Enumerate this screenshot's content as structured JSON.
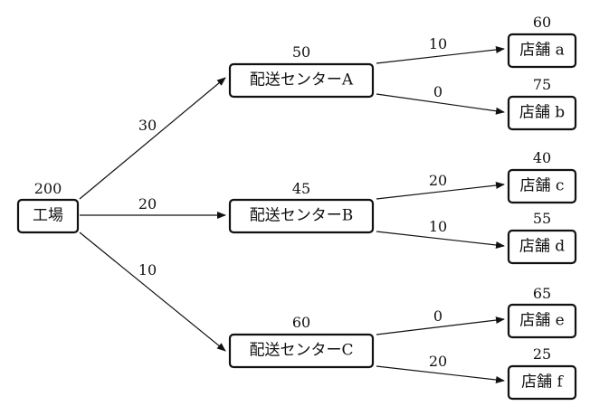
{
  "nodes": {
    "factory": {
      "label": "工場",
      "value": "200"
    },
    "center_a": {
      "label": "配送センターA",
      "value": "50"
    },
    "center_b": {
      "label": "配送センターB",
      "value": "45"
    },
    "center_c": {
      "label": "配送センターC",
      "value": "60"
    },
    "store_a": {
      "label": "店舗 a",
      "value": "60"
    },
    "store_b": {
      "label": "店舗 b",
      "value": "75"
    },
    "store_c": {
      "label": "店舗 c",
      "value": "40"
    },
    "store_d": {
      "label": "店舗 d",
      "value": "55"
    },
    "store_e": {
      "label": "店舗 e",
      "value": "65"
    },
    "store_f": {
      "label": "店舗 f",
      "value": "25"
    }
  },
  "edges": {
    "factory_to_a": "30",
    "factory_to_b": "20",
    "factory_to_c": "10",
    "a_to_store_a": "10",
    "a_to_store_b": "0",
    "b_to_store_c": "20",
    "b_to_store_d": "10",
    "c_to_store_e": "0",
    "c_to_store_f": "20"
  }
}
